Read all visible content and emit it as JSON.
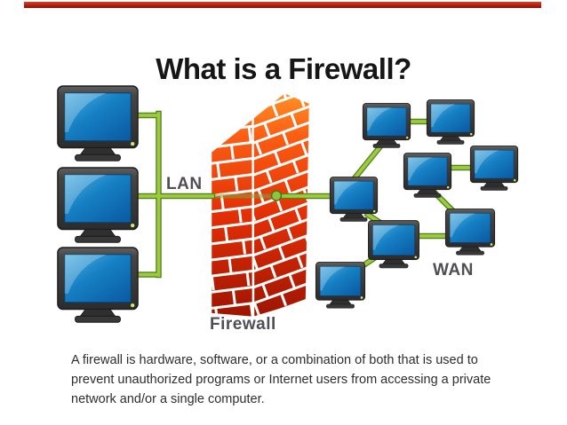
{
  "slide": {
    "title": "What is a Firewall?",
    "accent_bar_color": "#c02313",
    "description_lines": [
      "A firewall is hardware, software, or a combination of both that is used to",
      "prevent unauthorized programs or Internet users from accessing a private",
      "network and/or a single computer."
    ]
  },
  "diagram": {
    "lan_label": "LAN",
    "wan_label": "WAN",
    "firewall_label": "Firewall",
    "lan_computer_count": 3,
    "wan_computer_count": 8,
    "colors": {
      "network_line_green": "#9ccb3f",
      "network_line_edge_green": "#55821c",
      "node_dot_green": "#8fc43c",
      "brick_top_orange": "#ff9226",
      "brick_bottom_red": "#9d1400",
      "mortar_white": "#ffffff",
      "monitor_screen_blue": "#1272b8",
      "monitor_bezel_gray": "#3a3a3a",
      "label_text_gray": "#4d4f55"
    }
  }
}
